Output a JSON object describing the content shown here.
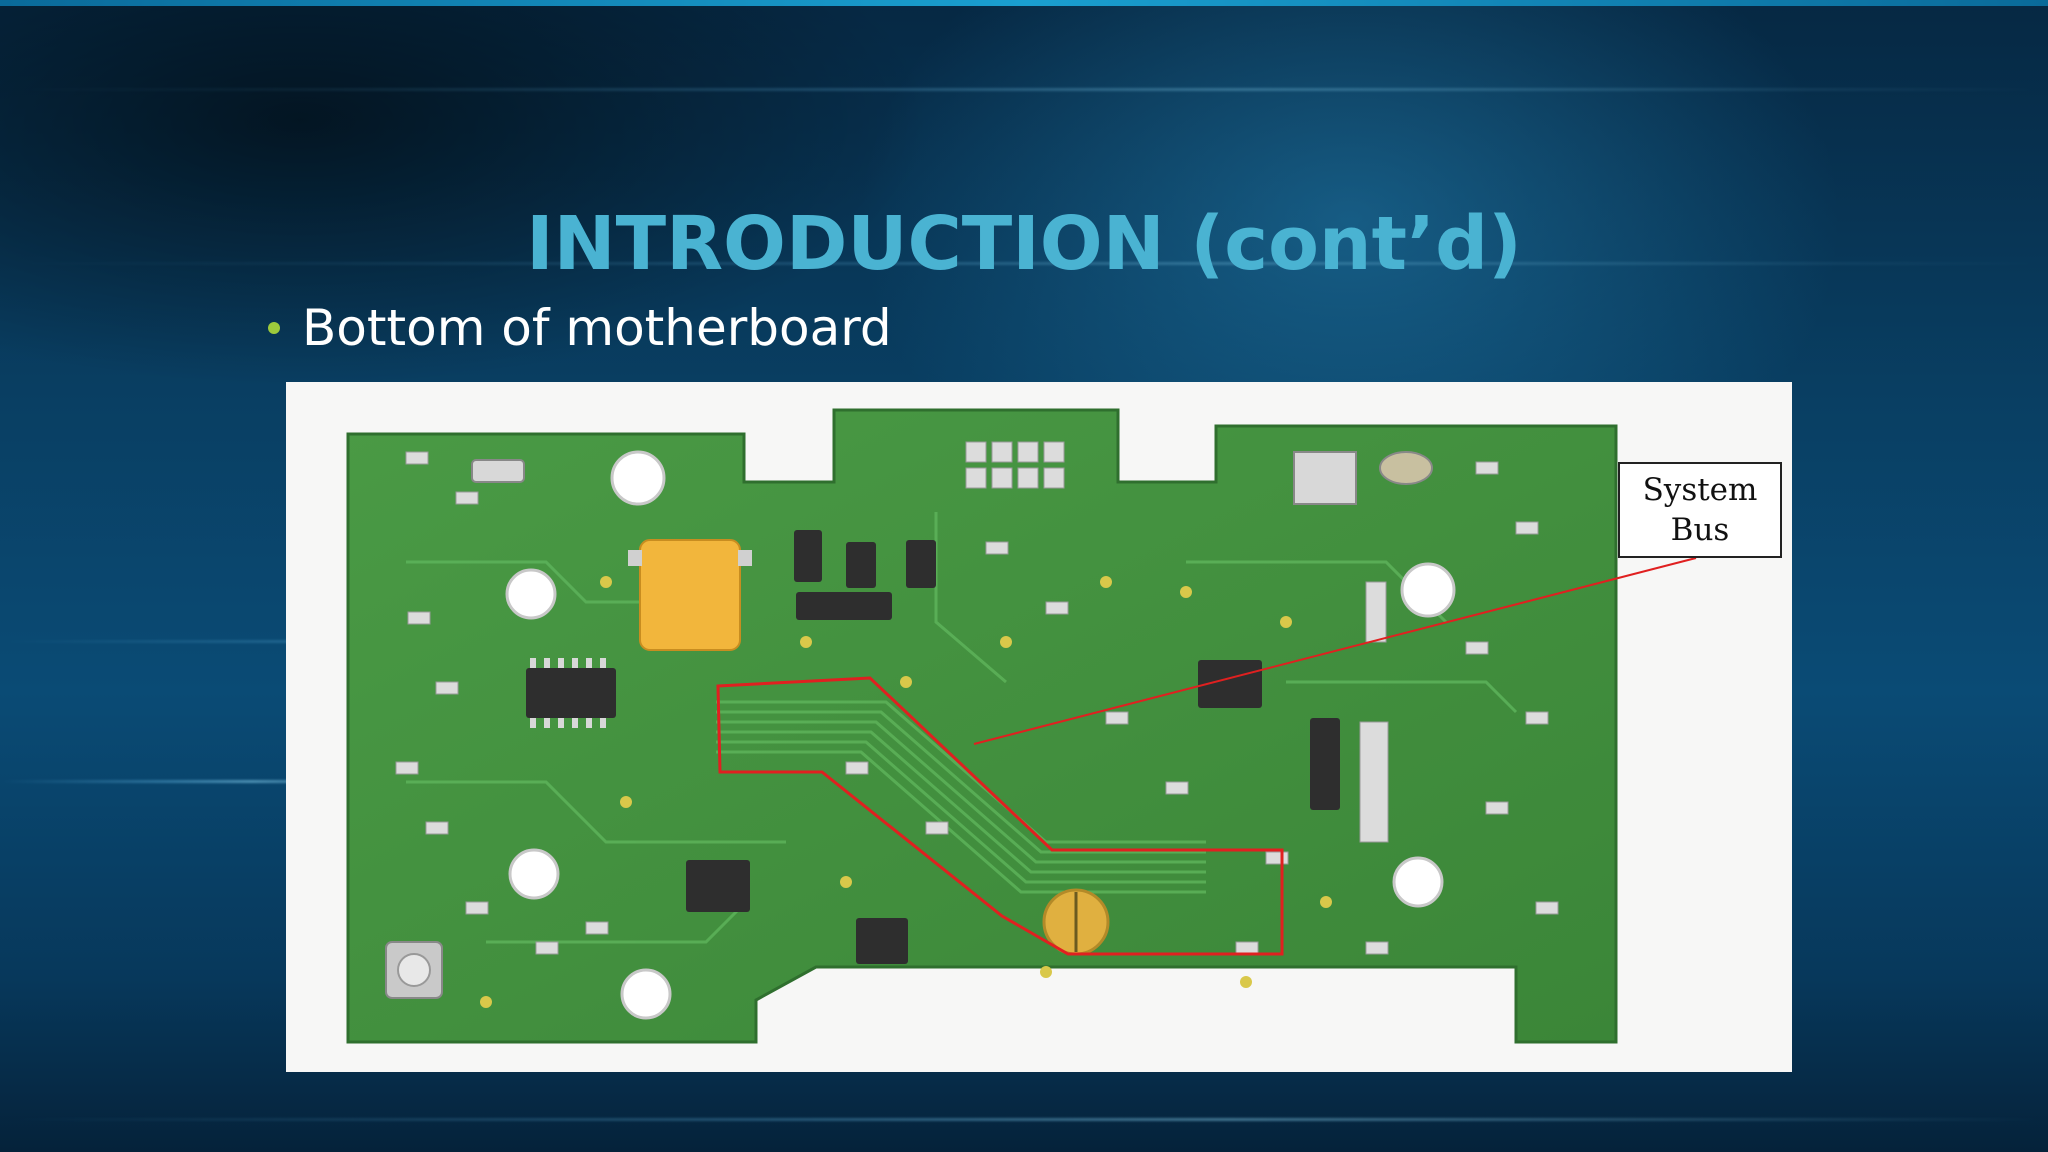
{
  "slide": {
    "title": "INTRODUCTION (cont’d)",
    "bullet": "Bottom of motherboard"
  },
  "figure": {
    "callout_line1": "System",
    "callout_line2": "Bus",
    "callout_color": "#e02020"
  },
  "colors": {
    "title": "#4ab3d2",
    "bullet_dot": "#9dca3c",
    "pcb_green": "#3f8f3c",
    "highlight_outline": "#e02020"
  }
}
